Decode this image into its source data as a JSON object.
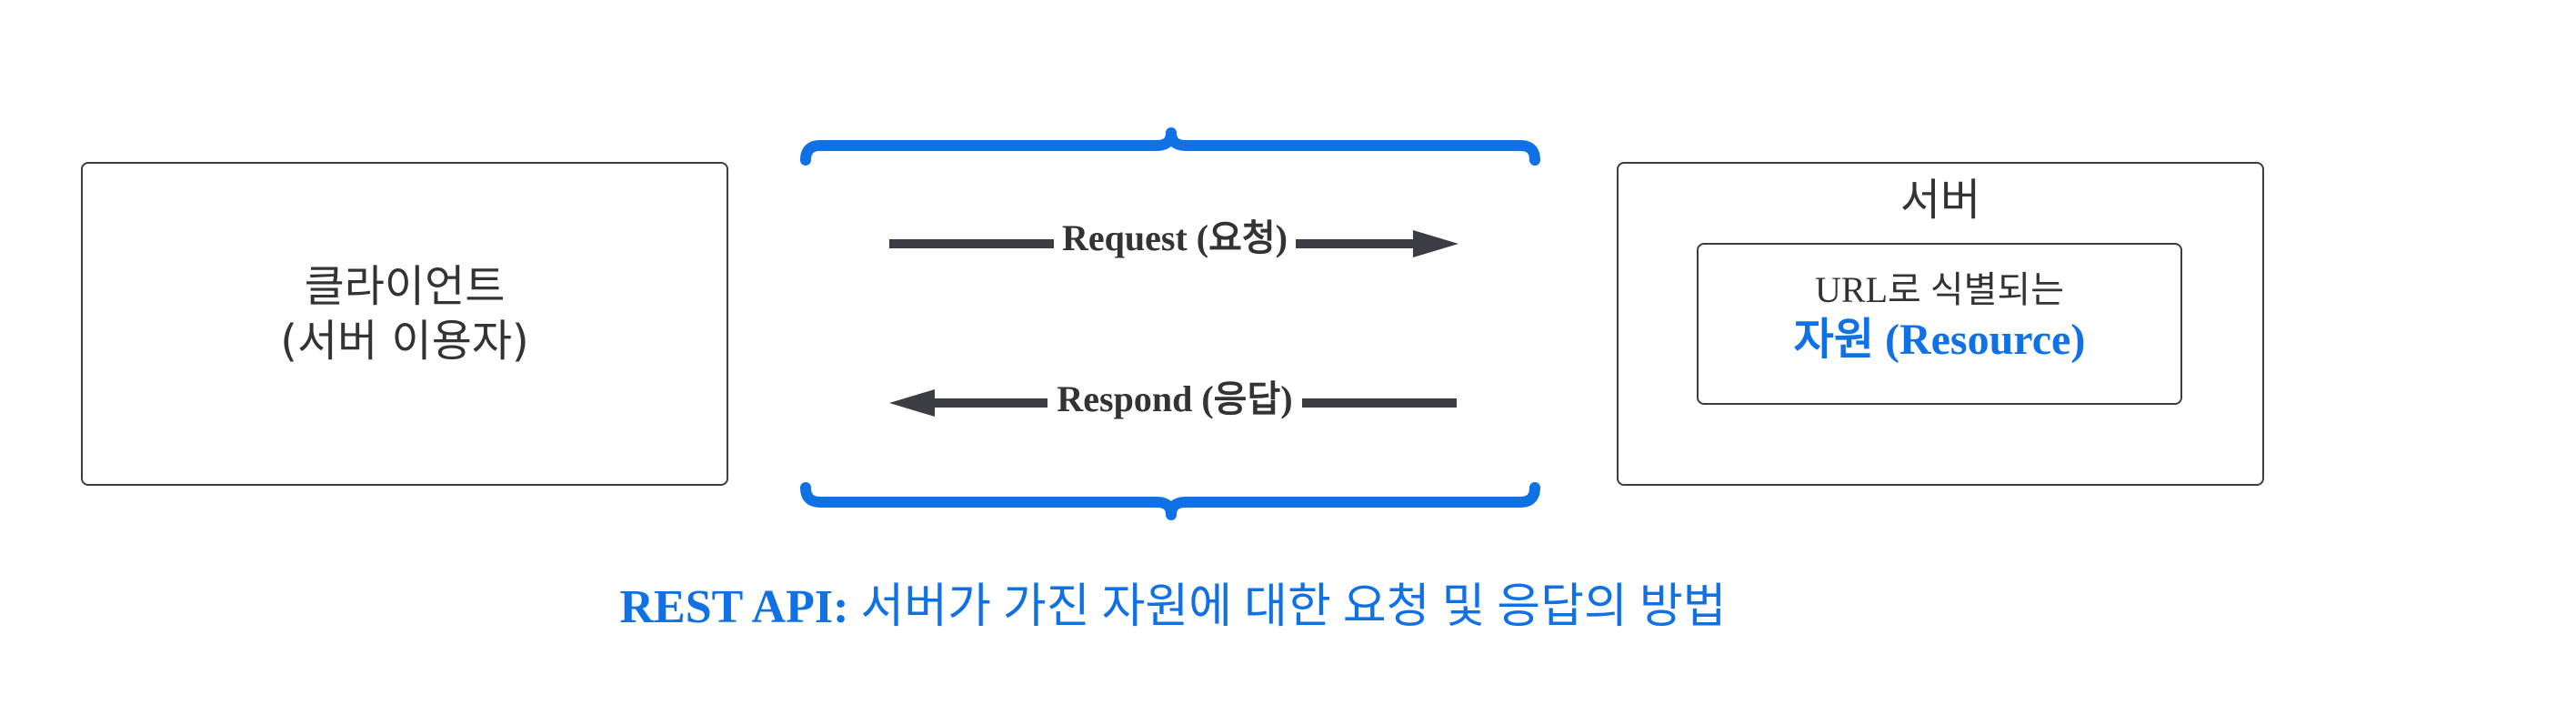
{
  "client": {
    "line1": "클라이언트",
    "line2": "(서버 이용자)"
  },
  "server": {
    "title": "서버",
    "resource_line1": "URL로 식별되는",
    "resource_line2": "자원 (Resource)"
  },
  "arrows": {
    "request": "Request (요청)",
    "respond": "Respond (응답)"
  },
  "caption": {
    "bold": "REST API:",
    "rest": " 서버가 가진 자원에 대한 요청 및 응답의 방법"
  },
  "colors": {
    "accent": "#1071e5",
    "line": "#3a3d44",
    "text": "#333333"
  }
}
